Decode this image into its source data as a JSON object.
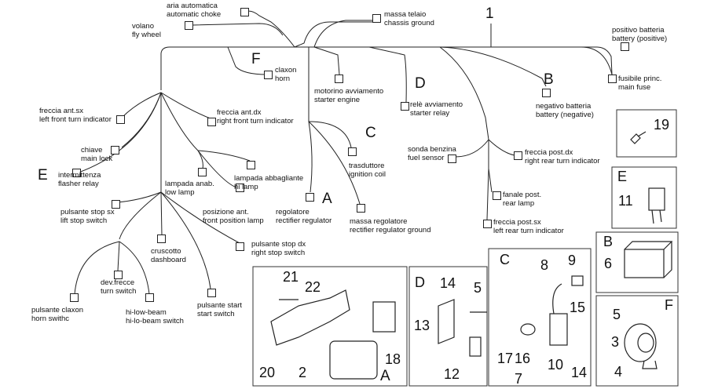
{
  "diagram": {
    "main_number": "1",
    "section_letters": {
      "F": "F",
      "D": "D",
      "B": "B",
      "C": "C",
      "E": "E",
      "A": "A"
    },
    "labels": {
      "aria_it": "aria automatica",
      "aria_en": "automatic choke",
      "volano_it": "volano",
      "volano_en": "fly wheel",
      "massa_it": "massa telaio",
      "massa_en": "chassis ground",
      "pos_batt_it": "positivo batteria",
      "pos_batt_en": "battery (positive)",
      "claxon_it": "claxon",
      "claxon_en": "horn",
      "motorino_it": "motorino avviamento",
      "motorino_en": "starter engine",
      "rele_it": "relè avviamento",
      "rele_en": "starter relay",
      "neg_batt_it": "negativo batteria",
      "neg_batt_en": "battery (negative)",
      "fusibile_it": "fusibile princ.",
      "fusibile_en": "main fuse",
      "freccia_ant_sx_it": "freccia ant.sx",
      "freccia_ant_sx_en": "left front turn indicator",
      "freccia_ant_dx_it": "freccia ant.dx",
      "freccia_ant_dx_en": "right front turn indicator",
      "chiave_it": "chiave",
      "chiave_en": "main lock",
      "intermittenza_it": "intermittenza",
      "intermittenza_en": "flasher relay",
      "trasduttore_it": "trasduttore",
      "trasduttore_en": "ignition coil",
      "lampada_abb_it": "lampada abbagliante",
      "lampada_abb_en": "hi lamp",
      "lampada_anab_it": "lampada anab.",
      "lampada_anab_en": "low lamp",
      "sonda_it": "sonda benzina",
      "sonda_en": "fuel sensor",
      "freccia_post_dx_it": "freccia post.dx",
      "freccia_post_dx_en": "right rear turn indicator",
      "pulsante_stop_sx_it": "pulsante stop sx",
      "pulsante_stop_sx_en": "lift stop switch",
      "posizione_it": "posizione ant.",
      "posizione_en": "front position lamp",
      "regolatore_it": "regolatore",
      "regolatore_en": "rectifier regulator",
      "massa_reg_it": "massa regolatore",
      "massa_reg_en": "rectifier regulator ground",
      "fanale_it": "fanale post.",
      "fanale_en": "rear lamp",
      "freccia_post_sx_it": "freccia post.sx",
      "freccia_post_sx_en": "left rear turn indicator",
      "cruscotto_it": "cruscotto",
      "cruscotto_en": "dashboard",
      "pulsante_stop_dx_it": "pulsante stop dx",
      "pulsante_stop_dx_en": "right stop switch",
      "dev_frecce_it": "dev.frecce",
      "dev_frecce_en": "turn switch",
      "pulsante_claxon_it": "pulsante claxon",
      "pulsante_claxon_en": "horn swithc",
      "hi_low_it": "hi-low-beam",
      "hi_low_en": "hi-lo-beam switch",
      "pulsante_start_it": "pulsante start",
      "pulsante_start_en": "start switch"
    },
    "parts": {
      "p19": "19",
      "e_letter": "E",
      "p11": "11",
      "b_letter": "B",
      "p6": "6",
      "f_letter": "F",
      "p5f": "5",
      "p3": "3",
      "p4": "4",
      "c_letter": "C",
      "p8": "8",
      "p9": "9",
      "p15": "15",
      "p17": "17",
      "p16": "16",
      "p10": "10",
      "p14c": "14",
      "p7": "7",
      "d_letter": "D",
      "p14d": "14",
      "p5d": "5",
      "p13": "13",
      "p12": "12",
      "a_letter": "A",
      "p21": "21",
      "p22": "22",
      "p18": "18",
      "p20": "20",
      "p2": "2"
    }
  }
}
